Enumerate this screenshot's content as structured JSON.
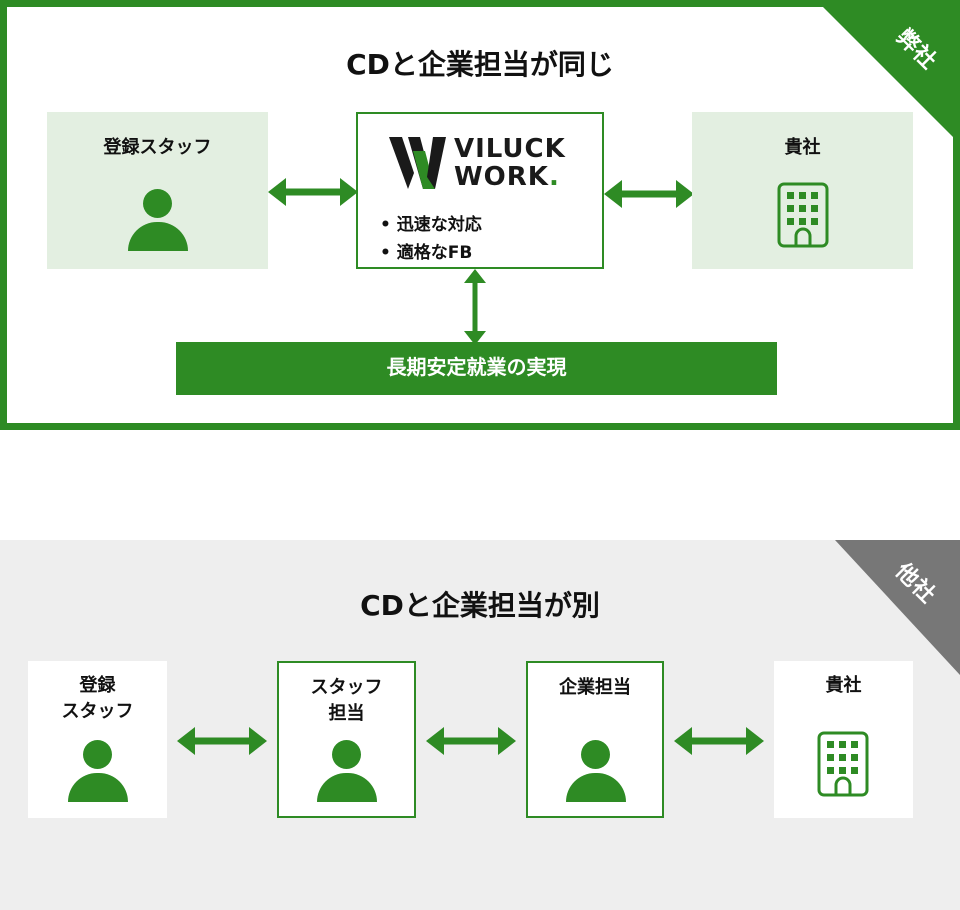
{
  "top": {
    "title": "CDと企業担当が同じ",
    "corner_label": "弊社",
    "staff_label": "登録スタッフ",
    "logo": {
      "line1": "VILUCK",
      "line2": "WORK",
      "dot": "."
    },
    "bullets": [
      "迅速な対応",
      "適格なFB"
    ],
    "bullet_mark": "•",
    "client_label": "貴社",
    "bottom_bar": "長期安定就業の実現"
  },
  "bottom": {
    "title": "CDと企業担当が別",
    "corner_label": "他社",
    "boxes": [
      {
        "label": "登録\nスタッフ"
      },
      {
        "label": "スタッフ\n担当"
      },
      {
        "label": "企業担当"
      },
      {
        "label": "貴社"
      }
    ]
  },
  "colors": {
    "green": "#2e8b24",
    "pale_green": "#e3efe1",
    "gray_bg": "#eeeeee",
    "gray_corner": "#777777"
  },
  "icons": [
    "person-icon",
    "building-icon",
    "double-arrow-icon",
    "viluck-logo-icon"
  ]
}
